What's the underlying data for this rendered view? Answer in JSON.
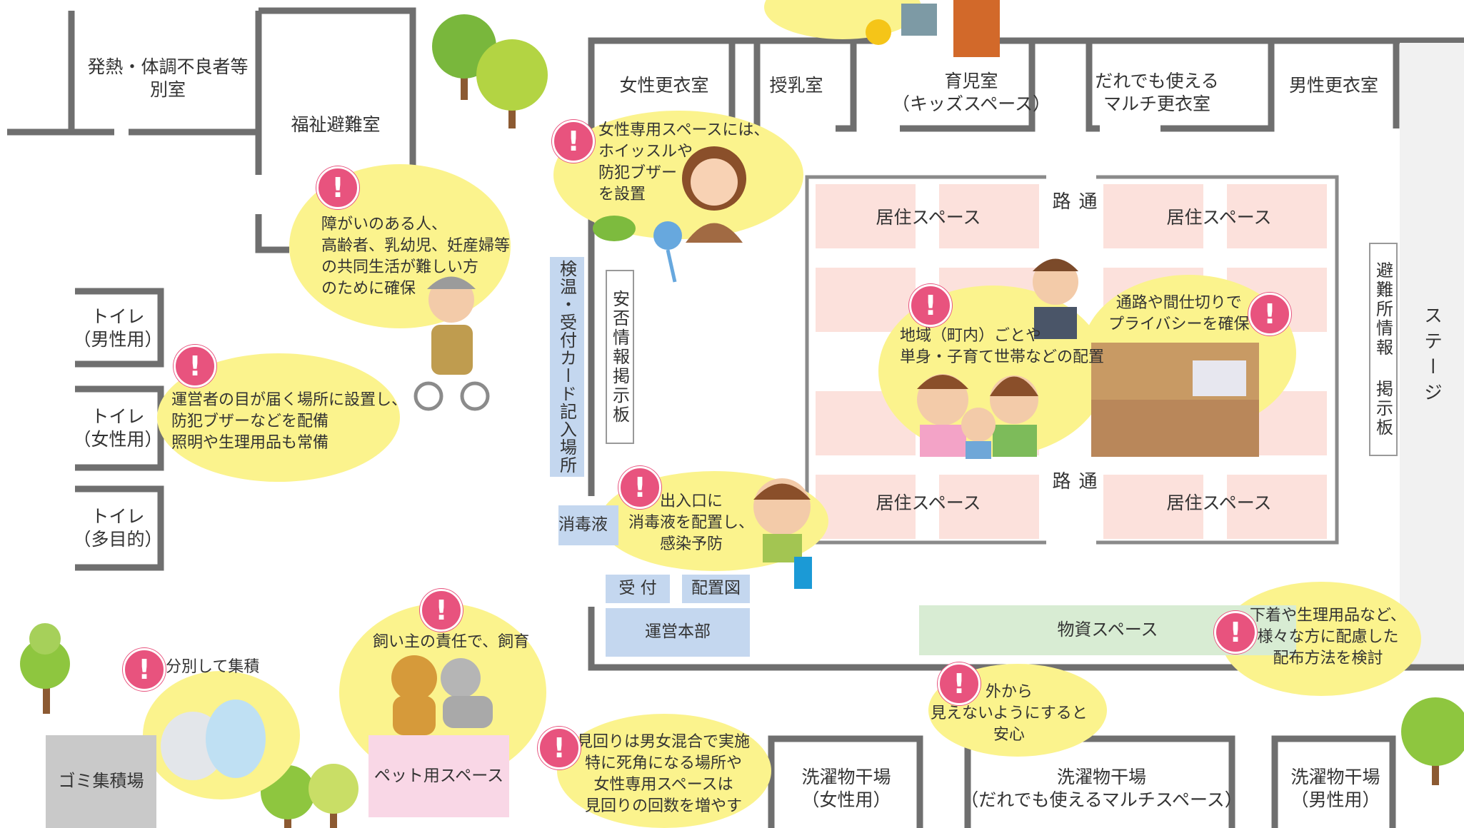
{
  "rooms": {
    "fever": [
      "発熱・体調不良者等",
      "別室"
    ],
    "welfare": "福祉避難室",
    "toilet_m": [
      "トイレ",
      "（男性用）"
    ],
    "toilet_f": [
      "トイレ",
      "（女性用）"
    ],
    "toilet_multi": [
      "トイレ",
      "（多目的）"
    ],
    "women_changing": "女性更衣室",
    "nursing": "授乳室",
    "childcare": [
      "育児室",
      "（キッズスペース）"
    ],
    "multi_changing": [
      "だれでも使える",
      "マルチ更衣室"
    ],
    "men_changing": "男性更衣室",
    "living": "居住スペース",
    "aisle": "通路",
    "info_board": "避難所情報 掲示板",
    "stage": "ステージ",
    "checkin": "検温・受付カード記入場所",
    "safety_board": "安否情報掲示板",
    "disinfect": "消毒液",
    "reception": "受 付",
    "layout_map": "配置図",
    "hq": "運営本部",
    "supplies": "物資スペース",
    "garbage": "ゴミ集積場",
    "pet_space": "ペット用スペース",
    "laundry_f": [
      "洗濯物干場",
      "（女性用）"
    ],
    "laundry_multi": [
      "洗濯物干場",
      "（だれでも使えるマルチスペース）"
    ],
    "laundry_m": [
      "洗濯物干場",
      "（男性用）"
    ]
  },
  "notes": {
    "welfare": [
      "障がいのある人、",
      "高齢者、乳幼児、妊産婦等",
      "の共同生活が難しい方",
      "のために確保"
    ],
    "women_space": [
      "女性専用スペースには、",
      "ホイッスルや",
      "防犯ブザー",
      "を設置"
    ],
    "toilet": [
      "運営者の目が届く場所に設置し、",
      "防犯ブザーなどを配備",
      "照明や生理用品も常備"
    ],
    "community": [
      "地域（町内）ごとや",
      "単身・子育て世帯などの配置"
    ],
    "privacy": [
      "通路や間仕切りで",
      "プライバシーを確保"
    ],
    "entrance": [
      "出入口に",
      "消毒液を配置し、",
      "感染予防"
    ],
    "supplies": [
      "下着や生理用品など、",
      "様々な方に配慮した",
      "配布方法を検討"
    ],
    "garbage": [
      "分別して集積"
    ],
    "pet": [
      "飼い主の責任で、飼育"
    ],
    "patrol": [
      "見回りは男女混合で実施",
      "特に死角になる場所や",
      "女性専用スペースは",
      "見回りの回数を増やす"
    ],
    "outside": [
      "外から",
      "見えないようにすると",
      "安心"
    ]
  },
  "colors": {
    "wall": "#6f6f6f",
    "bubble": "#fbf38d",
    "alert": "#e8537e",
    "living": "#fce1dc",
    "blue_box": "#c4d7ef",
    "supplies": "#d8ecd3",
    "pet": "#f9d7e6",
    "garbage": "#c9c9c9",
    "tree": "#97c93e"
  }
}
